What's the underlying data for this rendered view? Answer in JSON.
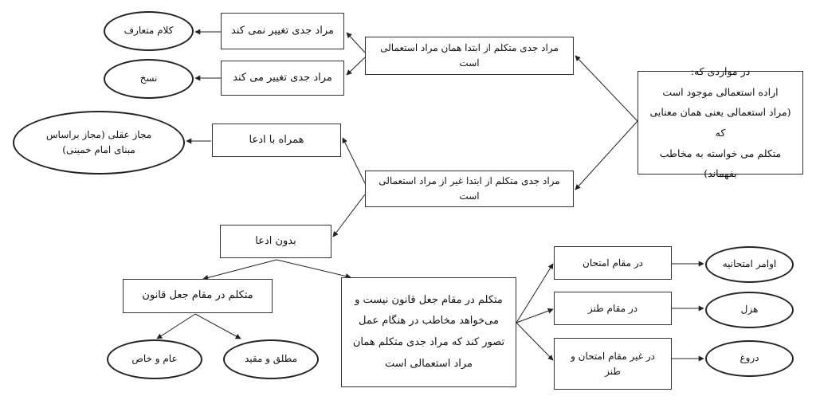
{
  "diagram": {
    "root": {
      "lines": [
        "در مواردی که:",
        "اراده استعمالی موجود است",
        "(مراد استعمالی یعنی همان معنایی که",
        "متکلم می خواسته به مخاطب بفهماند)"
      ]
    },
    "branch_same": {
      "label": "مراد جدی متکلم از ابتدا همان مراد استعمالی است"
    },
    "branch_other": {
      "label": "مراد جدی متکلم از ابتدا غیر از مراد استعمالی است"
    },
    "no_change": {
      "label": "مراد جدی تغییر نمی کند"
    },
    "change": {
      "label": "مراد جدی تغییر می کند"
    },
    "common_speech": {
      "label": "کلام متعارف"
    },
    "abrogation": {
      "label": "نسخ"
    },
    "with_claim": {
      "label": "همراه با ادعا"
    },
    "rational_metaphor": {
      "lines": [
        "مجاز عقلی (مجاز براساس",
        "مبنای امام خمینی)"
      ]
    },
    "without_claim": {
      "label": "بدون ادعا"
    },
    "lawmaking": {
      "label": "متکلم در مقام جعل قانون"
    },
    "general_specific": {
      "label": "عام و خاص"
    },
    "absolute_restricted": {
      "label": "مطلق و مقید"
    },
    "not_lawmaking": {
      "lines": [
        "متکلم در مقام جعل قانون نیست و",
        "می‌خواهد مخاطب در هنگام عمل",
        "تصور کند که مراد جدی متکلم همان",
        "مراد استعمالی است"
      ]
    },
    "exam": {
      "label": "در مقام امتحان"
    },
    "humor": {
      "label": "در مقام طنز"
    },
    "neither": {
      "lines": [
        "در غیر مقام امتحان و",
        "طنز"
      ]
    },
    "exam_commands": {
      "label": "اوامر امتحانیه"
    },
    "jest": {
      "label": "هزل"
    },
    "lie": {
      "label": "دروغ"
    }
  }
}
